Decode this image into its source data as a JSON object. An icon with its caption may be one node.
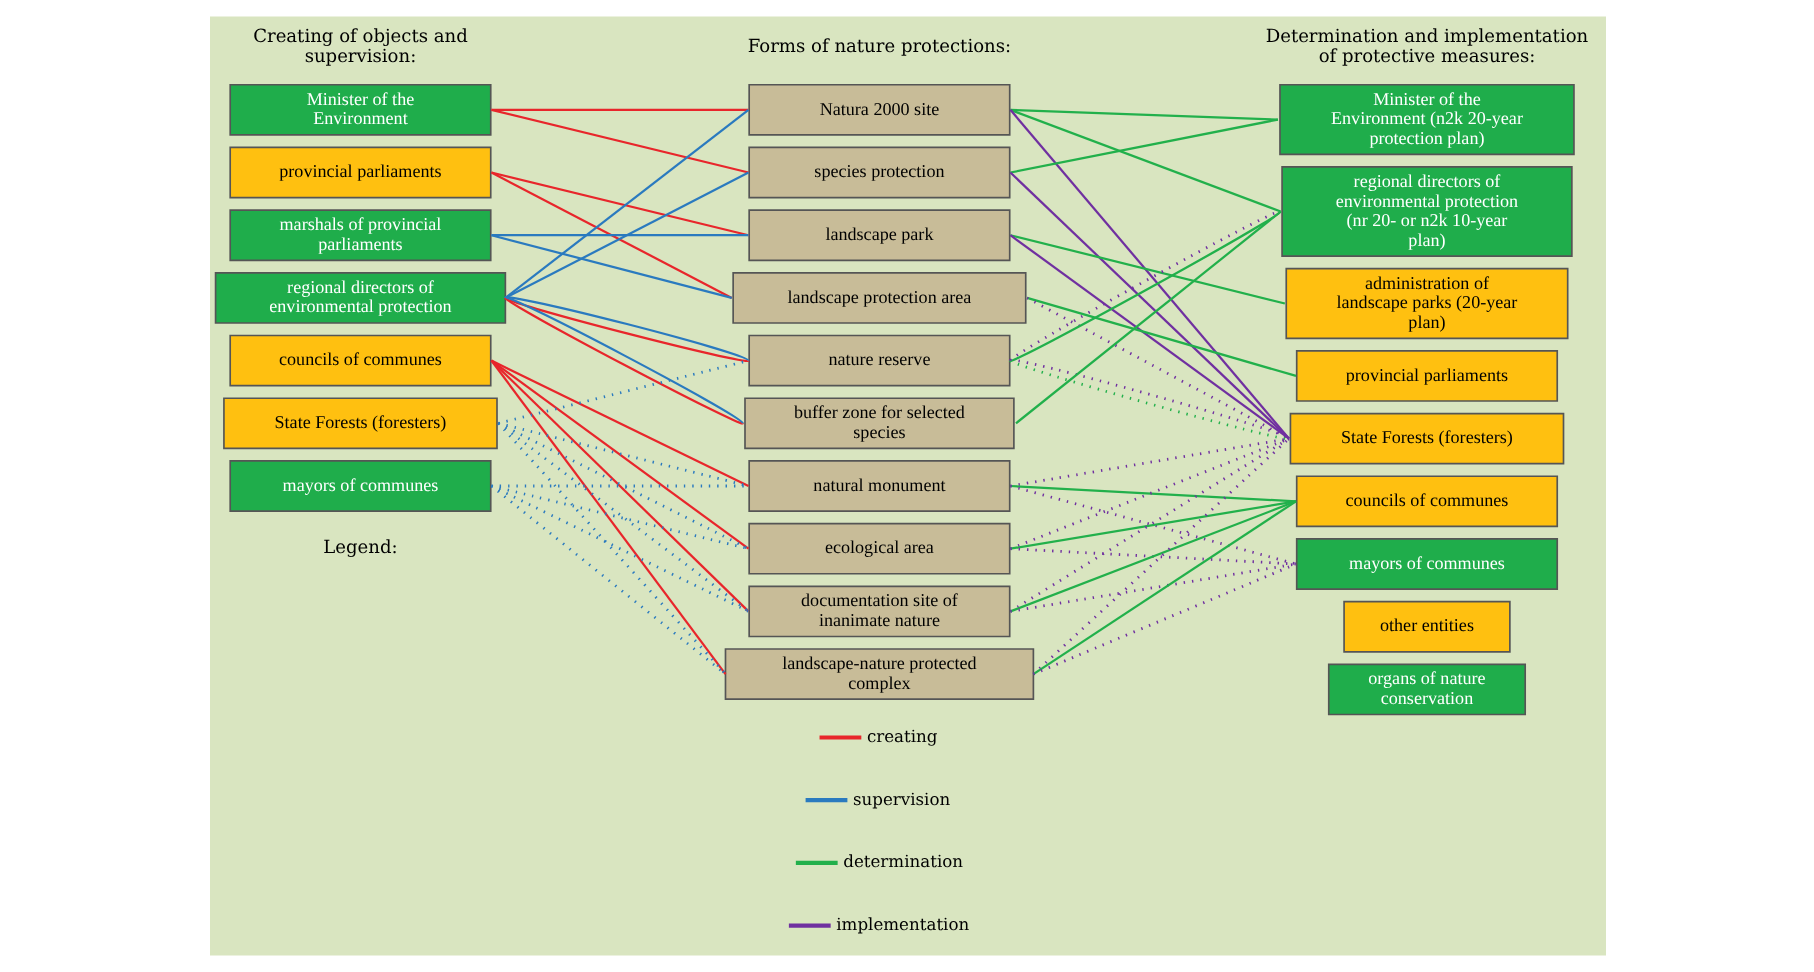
{
  "diagram": {
    "nodes": [
      {
        "text": [
          "Minister of the Environment"
        ]
      },
      {
        "text": [
          "provincial parliaments"
        ]
      },
      {
        "text": [
          "marshals of provincial parliaments"
        ]
      },
      {
        "text": [
          "regional directors of environmental protection"
        ]
      },
      {
        "text": [
          "councils of communes"
        ]
      },
      {
        "text": [
          "State Forests (foresters)"
        ]
      },
      {
        "text": [
          "mayors of communes"
        ]
      },
      {
        "text": [
          "Natura 2000 site"
        ]
      },
      {
        "text": [
          "species protection"
        ]
      },
      {
        "text": [
          "landscape park"
        ]
      },
      {
        "text": [
          "landscape protection area"
        ]
      },
      {
        "text": [
          "nature reserve"
        ]
      },
      {
        "text": [
          "buffer zone for selected species"
        ]
      },
      {
        "text": [
          "natural monument"
        ]
      },
      {
        "text": [
          "ecological area"
        ]
      },
      {
        "text": [
          "documentation site of inanimate nature"
        ]
      },
      {
        "text": [
          "landscape-nature protected complex"
        ]
      },
      {
        "text": [
          "Minister of the Environment (n2k 20-year protection plan)"
        ]
      },
      {
        "text": [
          "regional directors of environmental protection (nr 20- or n2k 10-year plan)"
        ]
      },
      {
        "text": [
          "administration of landscape parks (20-year plan)"
        ]
      },
      {
        "text": [
          "provincial parliaments"
        ]
      },
      {
        "text": [
          "State Forests (foresters)"
        ]
      },
      {
        "text": [
          "councils of communes"
        ]
      },
      {
        "text": [
          "mayors of communes"
        ]
      }
    ],
    "edges": [
      {
        "from": 0,
        "to": 7,
        "arrow": "none",
        "color": "#e8262b"
      },
      {
        "from": 0,
        "to": 8,
        "arrow": "none",
        "color": "#e8262b"
      },
      {
        "from": 1,
        "to": 9,
        "arrow": "none",
        "color": "#e8262b"
      },
      {
        "from": 1,
        "to": 10,
        "arrow": "none",
        "color": "#e8262b"
      },
      {
        "from": 3,
        "to": 11,
        "arrow": "none",
        "color": "#e8262b"
      },
      {
        "from": 3,
        "to": 12,
        "arrow": "none",
        "color": "#e8262b"
      },
      {
        "from": 4,
        "to": 13,
        "arrow": "none",
        "color": "#e8262b"
      },
      {
        "from": 4,
        "to": 14,
        "arrow": "none",
        "color": "#e8262b"
      },
      {
        "from": 4,
        "to": 15,
        "arrow": "none",
        "color": "#e8262b"
      },
      {
        "from": 4,
        "to": 16,
        "arrow": "none",
        "color": "#e8262b"
      },
      {
        "from": 3,
        "to": 7,
        "arrow": "none",
        "color": "#2a7abf"
      },
      {
        "from": 3,
        "to": 8,
        "arrow": "none",
        "color": "#2a7abf"
      },
      {
        "from": 2,
        "to": 9,
        "arrow": "none",
        "color": "#2a7abf"
      },
      {
        "from": 2,
        "to": 10,
        "arrow": "none",
        "color": "#2a7abf"
      },
      {
        "from": 3,
        "to": 11,
        "arrow": "none",
        "color": "#2a7abf"
      },
      {
        "from": 3,
        "to": 12,
        "arrow": "none",
        "color": "#2a7abf"
      },
      {
        "from": 5,
        "to": 11,
        "arrow": "none",
        "style": "dashed",
        "color": "#2a7abf"
      },
      {
        "from": 5,
        "to": 13,
        "arrow": "none",
        "style": "dashed",
        "color": "#2a7abf"
      },
      {
        "from": 5,
        "to": 14,
        "arrow": "none",
        "style": "dashed",
        "color": "#2a7abf"
      },
      {
        "from": 5,
        "to": 15,
        "arrow": "none",
        "style": "dashed",
        "color": "#2a7abf"
      },
      {
        "from": 5,
        "to": 16,
        "arrow": "none",
        "style": "dashed",
        "color": "#2a7abf"
      },
      {
        "from": 6,
        "to": 13,
        "arrow": "none",
        "style": "dashed",
        "color": "#2a7abf"
      },
      {
        "from": 6,
        "to": 14,
        "arrow": "none",
        "style": "dashed",
        "color": "#2a7abf"
      },
      {
        "from": 6,
        "to": 15,
        "arrow": "none",
        "style": "dashed",
        "color": "#2a7abf"
      },
      {
        "from": 6,
        "to": 16,
        "arrow": "none",
        "style": "dashed",
        "color": "#2a7abf"
      },
      {
        "from": 7,
        "to": 17,
        "arrow": "none",
        "color": "#22b04b"
      },
      {
        "from": 8,
        "to": 17,
        "arrow": "none",
        "color": "#22b04b"
      },
      {
        "from": 7,
        "to": 18,
        "arrow": "none",
        "color": "#22b04b"
      },
      {
        "from": 11,
        "to": 18,
        "arrow": "none",
        "color": "#22b04b"
      },
      {
        "from": 12,
        "to": 18,
        "arrow": "none",
        "color": "#22b04b"
      },
      {
        "from": 9,
        "to": 19,
        "arrow": "none",
        "color": "#22b04b"
      },
      {
        "from": 10,
        "to": 20,
        "arrow": "none",
        "color": "#22b04b"
      },
      {
        "from": 11,
        "to": 21,
        "arrow": "none",
        "style": "dashed",
        "color": "#22b04b"
      },
      {
        "from": 13,
        "to": 22,
        "arrow": "none",
        "color": "#22b04b"
      },
      {
        "from": 14,
        "to": 22,
        "arrow": "none",
        "color": "#22b04b"
      },
      {
        "from": 15,
        "to": 22,
        "arrow": "none",
        "color": "#22b04b"
      },
      {
        "from": 16,
        "to": 22,
        "arrow": "none",
        "color": "#22b04b"
      },
      {
        "from": 7,
        "to": 21,
        "arrow": "none",
        "color": "#7030a0"
      },
      {
        "from": 8,
        "to": 21,
        "arrow": "none",
        "color": "#7030a0"
      },
      {
        "from": 9,
        "to": 21,
        "arrow": "none",
        "color": "#7030a0"
      },
      {
        "from": 11,
        "to": 18,
        "arrow": "none",
        "style": "dashed",
        "color": "#7030a0"
      },
      {
        "from": 10,
        "to": 21,
        "arrow": "none",
        "style": "dashed",
        "color": "#7030a0"
      },
      {
        "from": 11,
        "to": 21,
        "arrow": "none",
        "style": "dashed",
        "color": "#7030a0"
      },
      {
        "from": 13,
        "to": 21,
        "arrow": "none",
        "style": "dashed",
        "color": "#7030a0"
      },
      {
        "from": 14,
        "to": 21,
        "arrow": "none",
        "style": "dashed",
        "color": "#7030a0"
      },
      {
        "from": 15,
        "to": 21,
        "arrow": "none",
        "style": "dashed",
        "color": "#7030a0"
      },
      {
        "from": 16,
        "to": 21,
        "arrow": "none",
        "style": "dashed",
        "color": "#7030a0"
      },
      {
        "from": 13,
        "to": 23,
        "arrow": "none",
        "style": "dashed",
        "color": "#7030a0"
      },
      {
        "from": 14,
        "to": 23,
        "arrow": "none",
        "style": "dashed",
        "color": "#7030a0"
      },
      {
        "from": 15,
        "to": 23,
        "arrow": "none",
        "style": "dashed",
        "color": "#7030a0"
      },
      {
        "from": 16,
        "to": 23,
        "arrow": "none",
        "style": "dashed",
        "color": "#7030a0"
      }
    ],
    "labels": [
      "Creating of objects and supervision:",
      "Forms of nature protections:",
      "Determination and implementation of protective measures:",
      "Legend:"
    ],
    "legend": [
      {
        "text": "creating",
        "color": "#e8262b"
      },
      {
        "text": "supervision",
        "color": "#2a7abf"
      },
      {
        "text": "determination",
        "color": "#22b04b"
      },
      {
        "text": "implementation",
        "color": "#7030a0"
      },
      {
        "text": "other entities",
        "color": "#ffc010"
      },
      {
        "text": "organs of nature conservation",
        "color": "#1fad4b"
      }
    ]
  }
}
